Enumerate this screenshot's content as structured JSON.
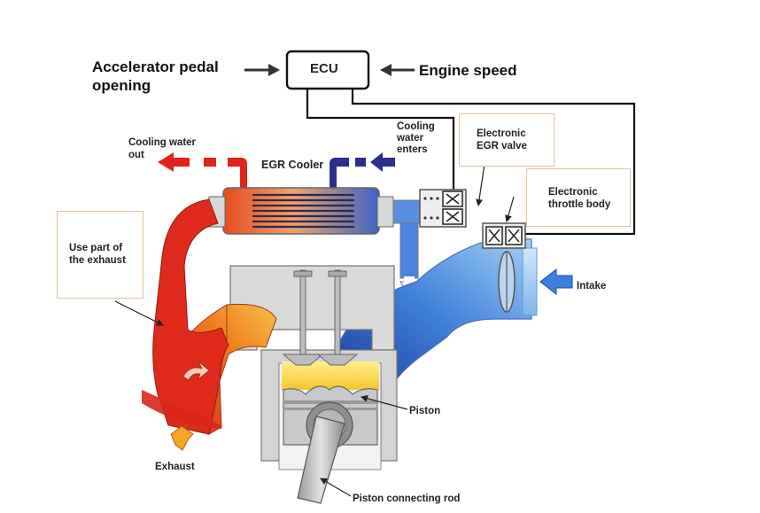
{
  "labels": {
    "ecu": "ECU",
    "accelerator": "Accelerator pedal\nopening",
    "engine_speed": "Engine speed",
    "cooling_water_out": "Cooling water\nout",
    "egr_cooler": "EGR Cooler",
    "cooling_water_enters": "Cooling\nwater\nenters",
    "electronic_egr_valve": "Electronic\nEGR valve",
    "electronic_throttle_body": "Electronic\nthrottle body",
    "use_part_of_exhaust": "Use part of\nthe exhaust",
    "intake": "Intake",
    "piston": "Piston",
    "exhaust": "Exhaust",
    "piston_connecting_rod": "Piston connecting rod"
  },
  "colors": {
    "exhaust_hot": "#e0231b",
    "exhaust_warm": "#f08a1e",
    "intake_cool": "#1e4fb0",
    "intake_light": "#8fc3f0",
    "block_gray": "#d9d9d9",
    "callout_border": "#e7c39a"
  }
}
